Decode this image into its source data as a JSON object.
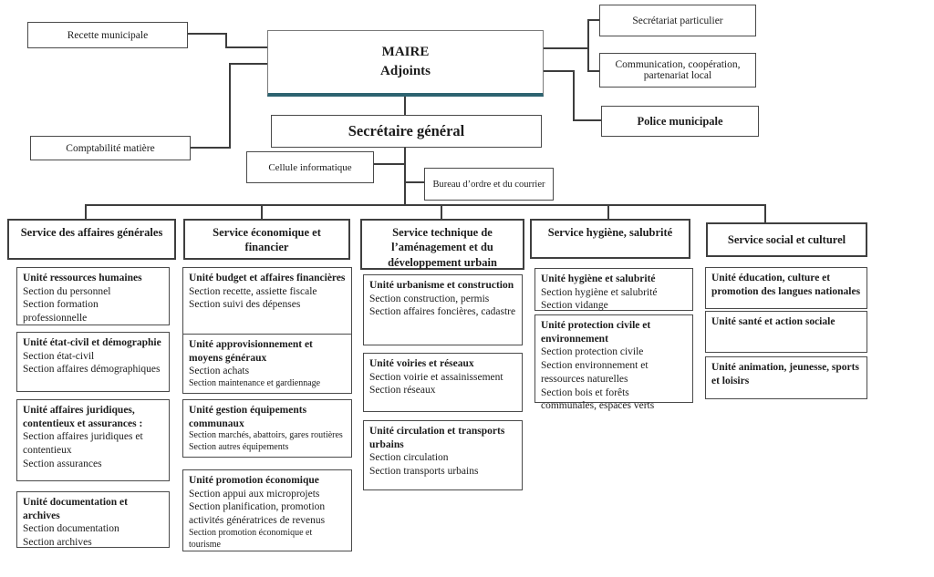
{
  "colors": {
    "accent": "#2d6370",
    "connector": "#3d3d3d"
  },
  "top": {
    "recette": "Recette municipale",
    "comptabilite": "Comptabilité matière",
    "maire_title": "MAIRE",
    "maire_subtitle": "Adjoints",
    "secretariat_particulier": "Secrétariat particulier",
    "communication": "Communication, coopération, partenariat local",
    "police": "Police municipale",
    "secretaire_general": "Secrétaire général",
    "cellule_informatique": "Cellule informatique",
    "bureau_ordre": "Bureau d’ordre et du courrier"
  },
  "services": [
    {
      "label": "Service des affaires générales"
    },
    {
      "label": "Service économique et financier"
    },
    {
      "label": "Service technique de l’aménagement et du développement urbain"
    },
    {
      "label": "Service hygiène, salubrité"
    },
    {
      "label": "Service social et culturel"
    }
  ],
  "units": {
    "affaires_generales": [
      {
        "title": "Unité ressources humaines",
        "lines": [
          {
            "text": "Section du personnel"
          },
          {
            "text": "Section formation professionnelle"
          }
        ]
      },
      {
        "title": "Unité état-civil et démographie",
        "lines": [
          {
            "text": "Section état-civil"
          },
          {
            "text": "Section affaires démographiques"
          }
        ]
      },
      {
        "title": "Unité affaires juridiques, contentieux et assurances :",
        "lines": [
          {
            "text": "Section affaires juridiques et contentieux"
          },
          {
            "text": "Section assurances"
          }
        ]
      },
      {
        "title": "Unité documentation et archives",
        "lines": [
          {
            "text": "Section documentation"
          },
          {
            "text": "Section archives"
          }
        ]
      }
    ],
    "economique_financier": [
      {
        "title": "Unité budget et affaires financières",
        "lines": [
          {
            "text": "Section recette, assiette fiscale"
          },
          {
            "text": "Section suivi des dépenses"
          }
        ]
      },
      {
        "title": "Unité approvisionnement et moyens généraux",
        "lines": [
          {
            "text": "Section achats"
          },
          {
            "text": "Section maintenance et gardiennage",
            "small": true
          }
        ]
      },
      {
        "title": "Unité gestion équipements communaux",
        "lines": [
          {
            "text": "Section marchés, abattoirs, gares routières",
            "small": true
          },
          {
            "text": "Section autres équipements",
            "small": true
          }
        ]
      },
      {
        "title": "Unité promotion économique",
        "lines": [
          {
            "text": "Section appui aux microprojets"
          },
          {
            "text": "Section planification, promotion activités génératrices de revenus"
          },
          {
            "text": "Section promotion économique et tourisme",
            "small": true
          }
        ]
      }
    ],
    "technique": [
      {
        "title": "Unité urbanisme et construction",
        "lines": [
          {
            "text": "Section construction, permis"
          },
          {
            "text": "Section affaires foncières, cadastre"
          }
        ]
      },
      {
        "title": "Unité voiries et réseaux",
        "lines": [
          {
            "text": "Section voirie et assainissement"
          },
          {
            "text": "Section réseaux"
          }
        ]
      },
      {
        "title": "Unité circulation et transports urbains",
        "lines": [
          {
            "text": "Section circulation"
          },
          {
            "text": "Section transports urbains"
          }
        ]
      }
    ],
    "hygiene": [
      {
        "title": "Unité hygiène et salubrité",
        "lines": [
          {
            "text": "Section hygiène et salubrité"
          },
          {
            "text": "Section vidange"
          }
        ]
      },
      {
        "title": "Unité protection civile et environnement",
        "lines": [
          {
            "text": "Section protection civile"
          },
          {
            "text": "Section environnement et ressources naturelles"
          },
          {
            "text": "Section bois et forêts communales, espaces verts"
          }
        ]
      }
    ],
    "social": [
      {
        "title": "Unité éducation, culture et promotion des langues nationales",
        "lines": []
      },
      {
        "title": "Unité santé et action sociale",
        "lines": []
      },
      {
        "title": "Unité animation, jeunesse, sports et loisirs",
        "lines": []
      }
    ]
  }
}
